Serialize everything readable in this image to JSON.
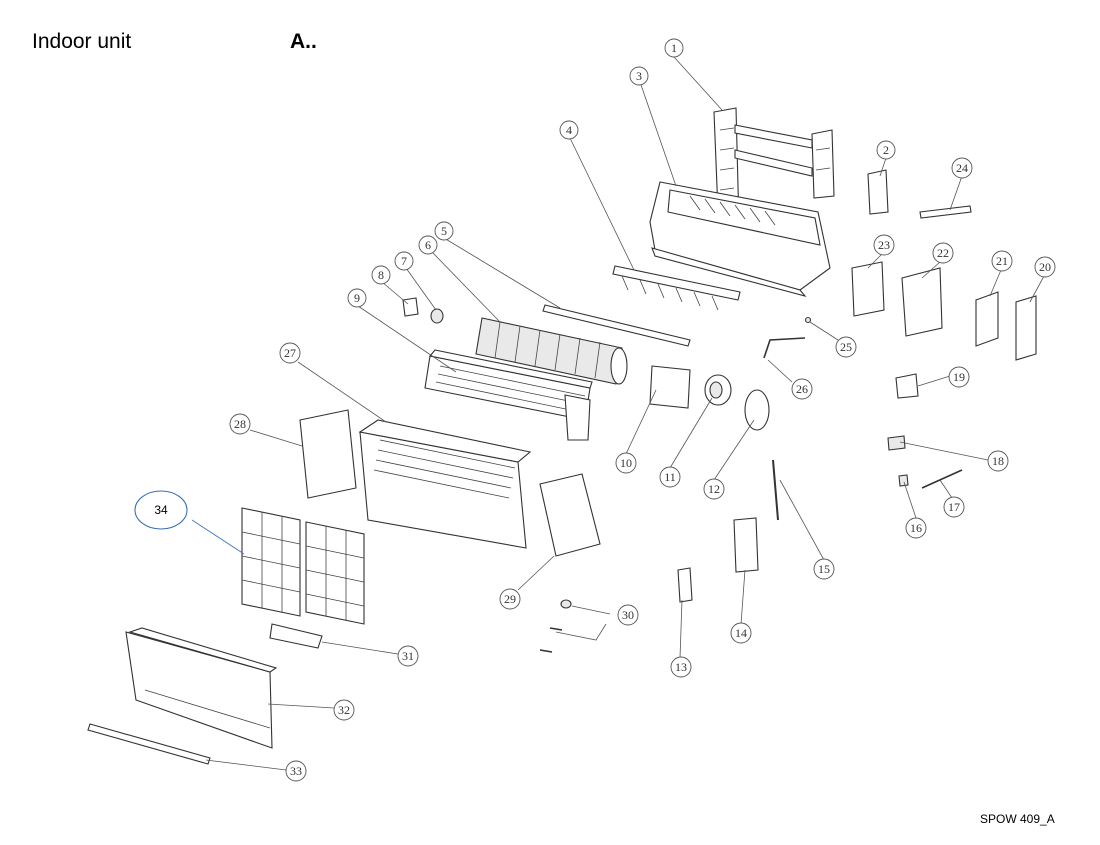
{
  "header": {
    "title": "Indoor unit",
    "section": "A.."
  },
  "footer": {
    "reference": "SPOW 409_A"
  },
  "callouts": [
    "1",
    "2",
    "3",
    "4",
    "5",
    "6",
    "7",
    "8",
    "9",
    "10",
    "11",
    "12",
    "13",
    "14",
    "15",
    "16",
    "17",
    "18",
    "19",
    "20",
    "21",
    "22",
    "23",
    "24",
    "25",
    "26",
    "27",
    "28",
    "29",
    "30",
    "31",
    "32",
    "33",
    "34"
  ],
  "colors": {
    "line": "#333333",
    "highlight_callout": "#3a6fb5"
  }
}
